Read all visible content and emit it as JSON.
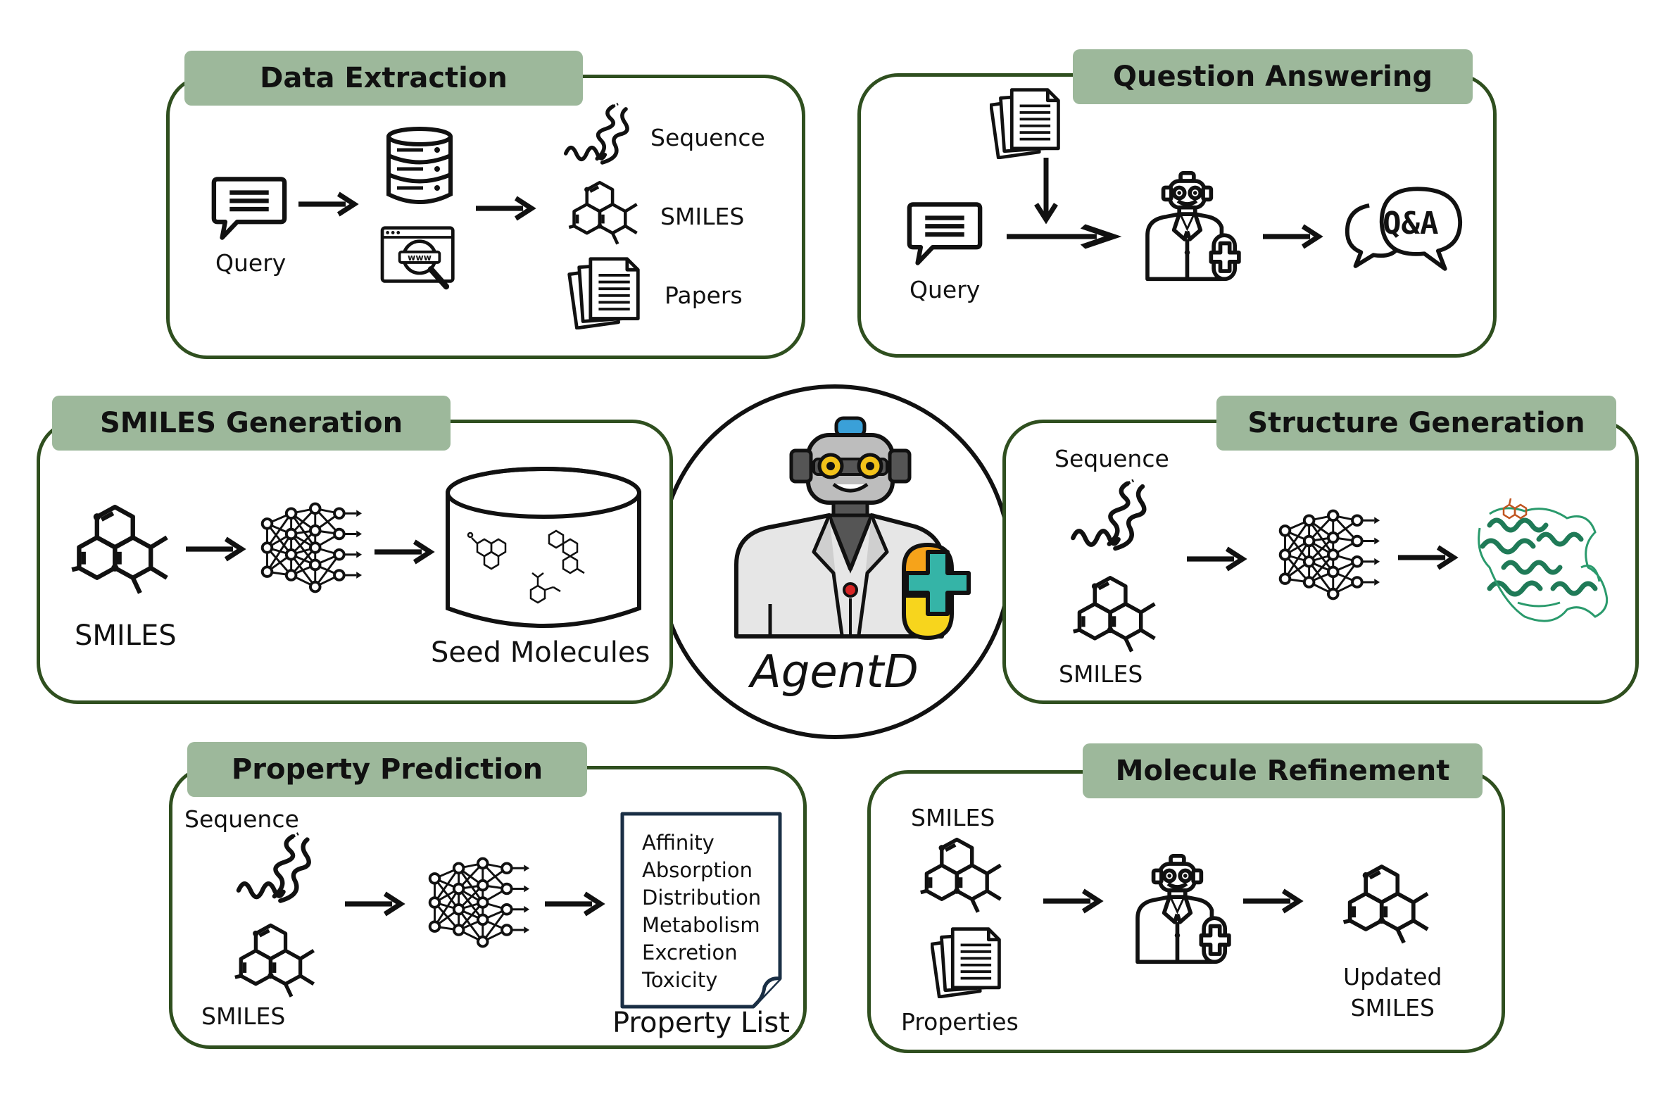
{
  "center": {
    "name": "AgentD"
  },
  "panels": {
    "data_extraction": {
      "title": "Data Extraction",
      "query": "Query",
      "outputs": [
        "Sequence",
        "SMILES",
        "Papers"
      ]
    },
    "question_answering": {
      "title": "Question Answering",
      "query": "Query",
      "qa_label": "Q&A"
    },
    "smiles_generation": {
      "title": "SMILES Generation",
      "input": "SMILES",
      "output": "Seed Molecules"
    },
    "structure_generation": {
      "title": "Structure Generation",
      "input_sequence": "Sequence",
      "input_smiles": "SMILES"
    },
    "property_prediction": {
      "title": "Property Prediction",
      "input_sequence": "Sequence",
      "input_smiles": "SMILES",
      "properties": [
        "Affinity",
        "Absorption",
        "Distribution",
        "Metabolism",
        "Excretion",
        "Toxicity"
      ],
      "output": "Property List"
    },
    "molecule_refinement": {
      "title": "Molecule Refinement",
      "input_smiles": "SMILES",
      "input_properties": "Properties",
      "output_line1": "Updated",
      "output_line2": "SMILES"
    }
  },
  "colors": {
    "panel_border": "#2f4f1f",
    "tab_fill": "#9db89b",
    "pill_orange": "#f6a31a",
    "pill_yellow": "#f7d51d",
    "cross_teal": "#35b4a7",
    "protein_green": "#1f7a57"
  },
  "icons": [
    "chat-bubble-icon",
    "database-icon",
    "web-search-icon",
    "dna-helix-icon",
    "molecule-icon",
    "documents-icon",
    "robot-doctor-icon",
    "qa-bubbles-icon",
    "neural-network-icon",
    "cylinder-database-icon",
    "property-sheet-icon",
    "protein-structure-icon"
  ]
}
